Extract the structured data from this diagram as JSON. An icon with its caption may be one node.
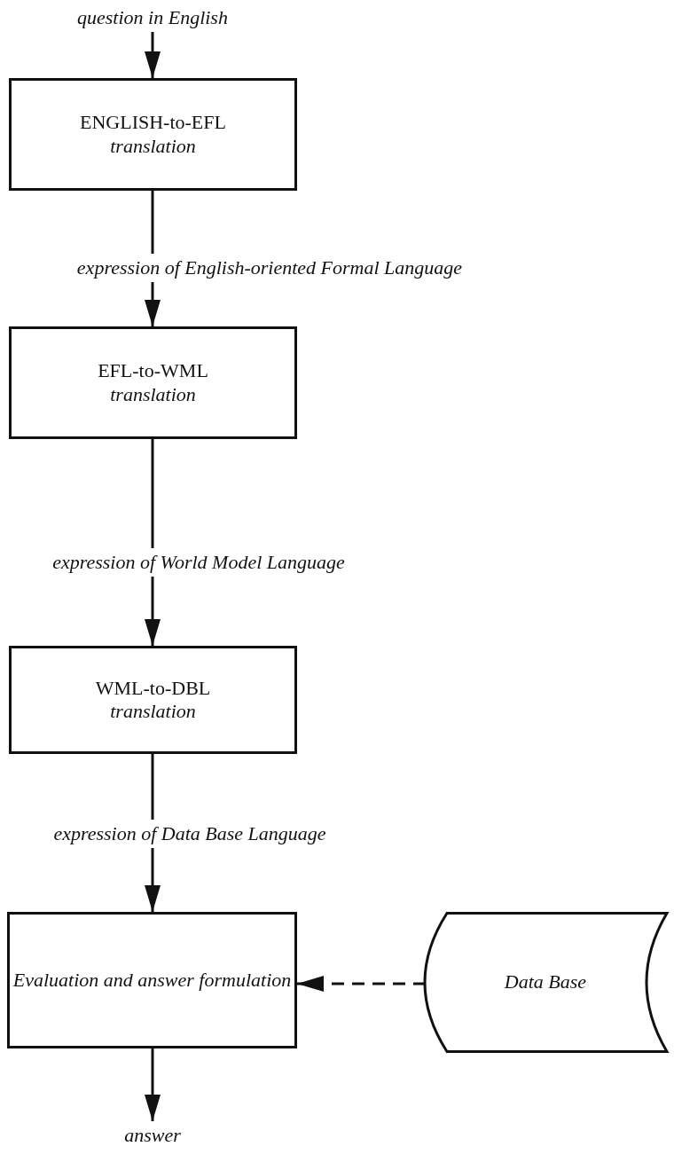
{
  "diagram": {
    "nodes": [
      {
        "text": [
          "question in English"
        ]
      },
      {
        "text": [
          "ENGLISH-to-EFL",
          "translation"
        ]
      },
      {
        "text": [
          "expression of English-oriented Formal Language"
        ]
      },
      {
        "text": [
          "EFL-to-WML",
          "translation"
        ]
      },
      {
        "text": [
          "expression of World Model Language"
        ]
      },
      {
        "text": [
          "WML-to-DBL",
          "translation"
        ]
      },
      {
        "text": [
          "expression of Data Base Language"
        ]
      },
      {
        "text": [
          "Evaluation and answer formulation"
        ]
      },
      {
        "text": [
          "Data Base"
        ]
      },
      {
        "text": [
          "answer"
        ]
      }
    ],
    "edges": [
      {
        "from": 0,
        "to": 1,
        "arrow": "to"
      },
      {
        "from": 1,
        "to": 2,
        "arrow": "none"
      },
      {
        "from": 2,
        "to": 3,
        "arrow": "to"
      },
      {
        "from": 3,
        "to": 4,
        "arrow": "none"
      },
      {
        "from": 4,
        "to": 5,
        "arrow": "to"
      },
      {
        "from": 5,
        "to": 6,
        "arrow": "none"
      },
      {
        "from": 6,
        "to": 7,
        "arrow": "to"
      },
      {
        "from": 8,
        "to": 7,
        "arrow": "to",
        "style": "dashed"
      },
      {
        "from": 7,
        "to": 9,
        "arrow": "to"
      }
    ]
  }
}
